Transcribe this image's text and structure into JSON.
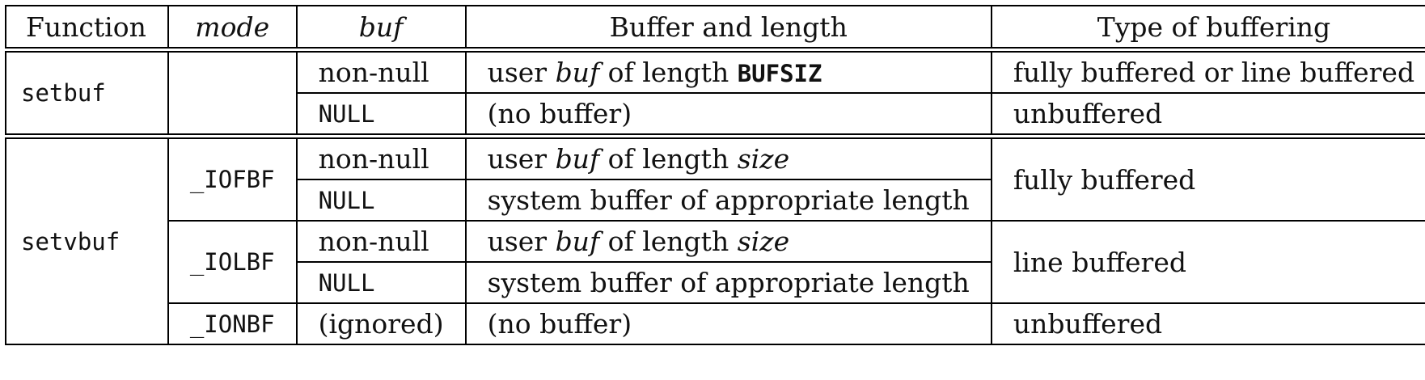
{
  "header": {
    "function": "Function",
    "mode": "mode",
    "buf": "buf",
    "buffer_and_length": "Buffer and length",
    "type_of_buffering": "Type of buffering"
  },
  "setbuf": {
    "name": "setbuf",
    "rows": [
      {
        "buf": "non-null",
        "len_pre": "user ",
        "len_it": "buf",
        "len_mid": " of length ",
        "len_code": "BUFSIZ",
        "type": "fully buffered or line buffered"
      },
      {
        "buf": "NULL",
        "len_text": "(no buffer)",
        "type": "unbuffered"
      }
    ]
  },
  "setvbuf": {
    "name": "setvbuf",
    "modes": [
      {
        "mode": "_IOFBF",
        "type": "fully buffered",
        "rows": [
          {
            "buf": "non-null",
            "len_pre": "user ",
            "len_it": "buf",
            "len_mid": " of length ",
            "len_it2": "size"
          },
          {
            "buf": "NULL",
            "len_text": "system buffer of appropriate length"
          }
        ]
      },
      {
        "mode": "_IOLBF",
        "type": "line buffered",
        "rows": [
          {
            "buf": "non-null",
            "len_pre": "user ",
            "len_it": "buf",
            "len_mid": " of length ",
            "len_it2": "size"
          },
          {
            "buf": "NULL",
            "len_text": "system buffer of appropriate length"
          }
        ]
      },
      {
        "mode": "_IONBF",
        "type": "unbuffered",
        "rows": [
          {
            "buf": "(ignored)",
            "len_text": "(no buffer)"
          }
        ]
      }
    ]
  }
}
